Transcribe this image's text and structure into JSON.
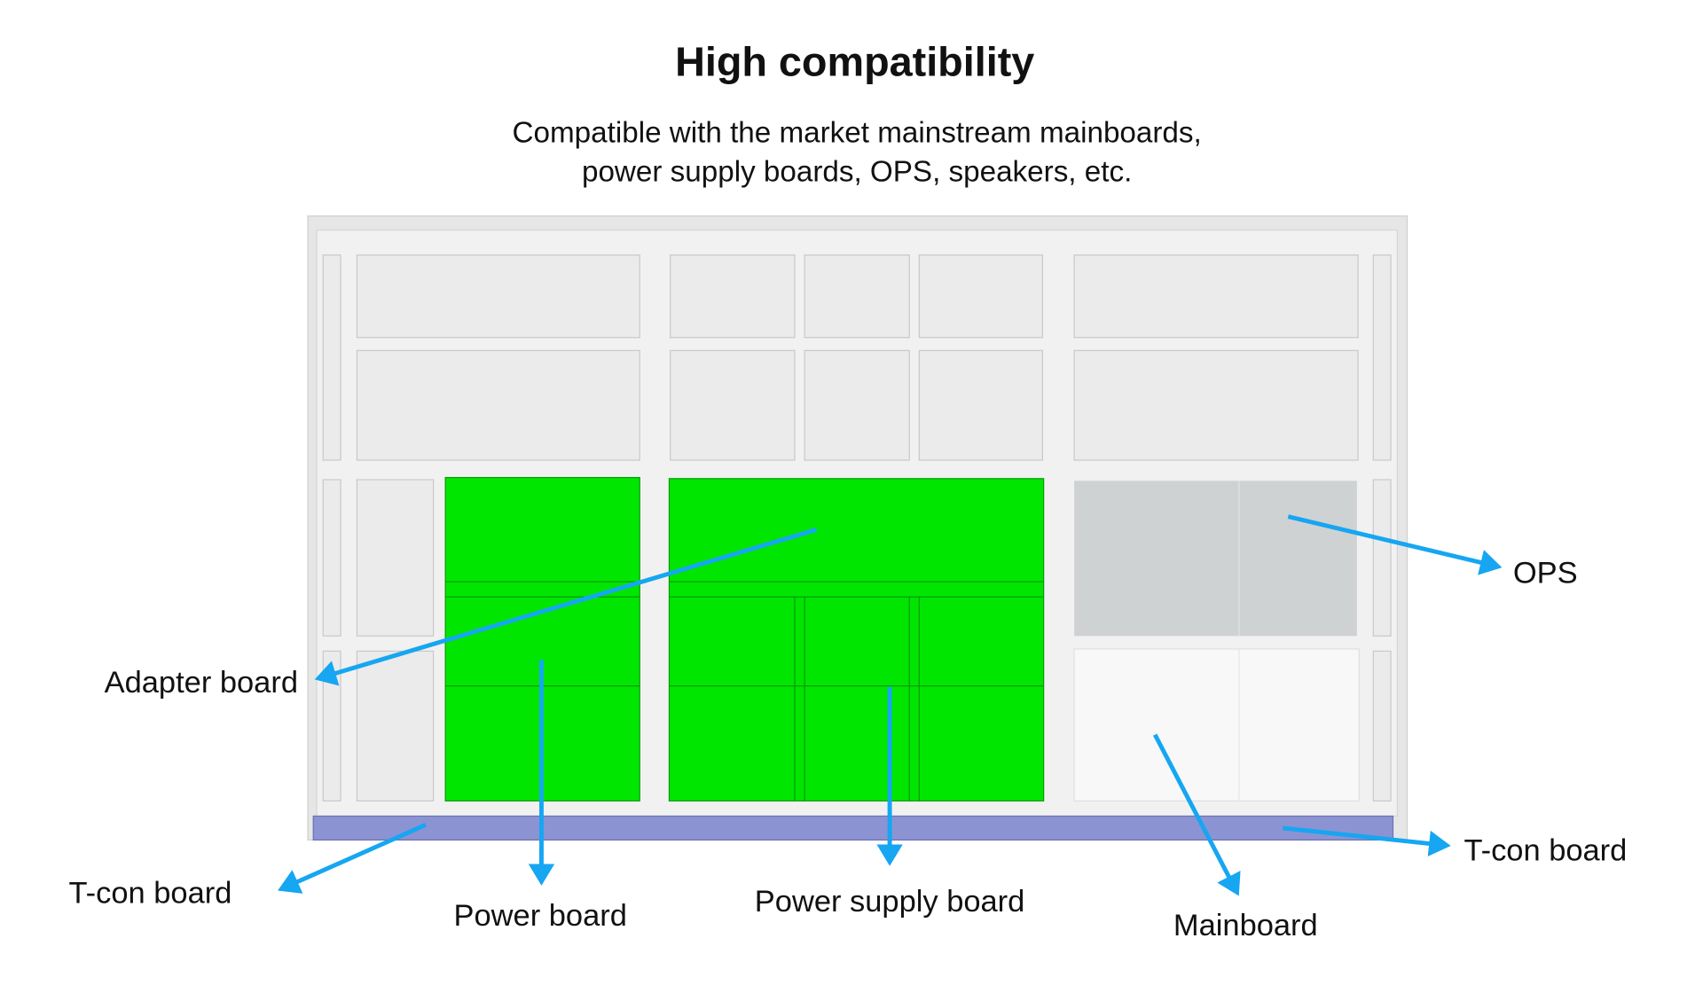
{
  "header": {
    "title": "High compatibility",
    "subtitle_line1": "Compatible with the market mainstream mainboards,",
    "subtitle_line2": "power supply boards, OPS, speakers, etc."
  },
  "labels": {
    "ops": "OPS",
    "adapter_board": "Adapter board",
    "tcon_left": "T-con board",
    "power_board": "Power board",
    "power_supply_board": "Power supply board",
    "mainboard": "Mainboard",
    "tcon_right": "T-con board"
  },
  "colors": {
    "arrow": "#16a6f2",
    "highlight_green": "#00e600",
    "ops_gray": "#cfd2d3",
    "tcon_strip": "#8c93d2",
    "chassis": "#ececec"
  }
}
